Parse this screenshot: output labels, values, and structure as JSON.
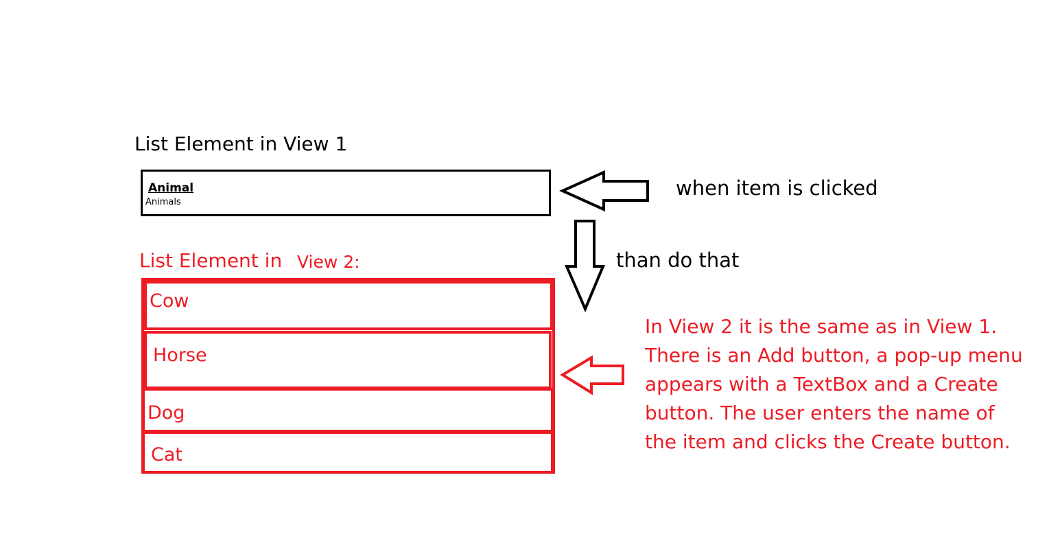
{
  "view1": {
    "title": "List Element in View 1",
    "item": {
      "title": "Animal",
      "subtitle": "Animals"
    }
  },
  "annotations": {
    "when_clicked": "when item is clicked",
    "then_do": "than do that"
  },
  "view2": {
    "title_part1": "List Element in",
    "title_part2": "View 2:",
    "items": [
      {
        "label": "Cow"
      },
      {
        "label": "Horse"
      },
      {
        "label": "Dog"
      },
      {
        "label": "Cat"
      }
    ]
  },
  "description": {
    "lines": [
      "In View 2 it is the same as in View 1.",
      "There is an Add button, a pop-up menu",
      "appears with a TextBox and a Create",
      "button. The user enters the name of",
      "the item and clicks the Create button."
    ]
  },
  "colors": {
    "ink": "#000000",
    "accent": "#ed1c24",
    "background": "#ffffff"
  },
  "icons": {
    "view1_pointer": "arrow-left-icon",
    "flow": "arrow-down-icon",
    "view2_pointer": "arrow-left-icon"
  }
}
